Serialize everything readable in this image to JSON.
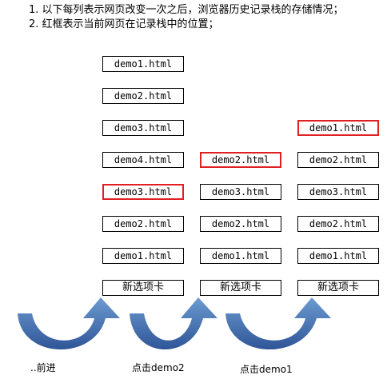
{
  "notes": [
    "1. 以下每列表示网页改变一次之后，浏览器历史记录栈的存储情况；",
    "2. 红框表示当前网页在记录栈中的位置；"
  ],
  "columns": [
    {
      "entries": [
        "demo1.html",
        "demo2.html",
        "demo3.html",
        "demo4.html",
        "demo3.html",
        "demo2.html",
        "demo1.html",
        "新选项卡"
      ],
      "current_index": 4
    },
    {
      "entries": [
        "demo2.html",
        "demo3.html",
        "demo2.html",
        "demo1.html",
        "新选项卡"
      ],
      "current_index": 0
    },
    {
      "entries": [
        "demo1.html",
        "demo2.html",
        "demo3.html",
        "demo2.html",
        "demo1.html",
        "新选项卡"
      ],
      "current_index": 0
    }
  ],
  "captions": [
    "..前进",
    "点击demo2",
    "点击demo1"
  ],
  "colors": {
    "current_border": "#e02020",
    "arrow_fill": "#4f81bd",
    "arrow_dark": "#2f5597"
  }
}
